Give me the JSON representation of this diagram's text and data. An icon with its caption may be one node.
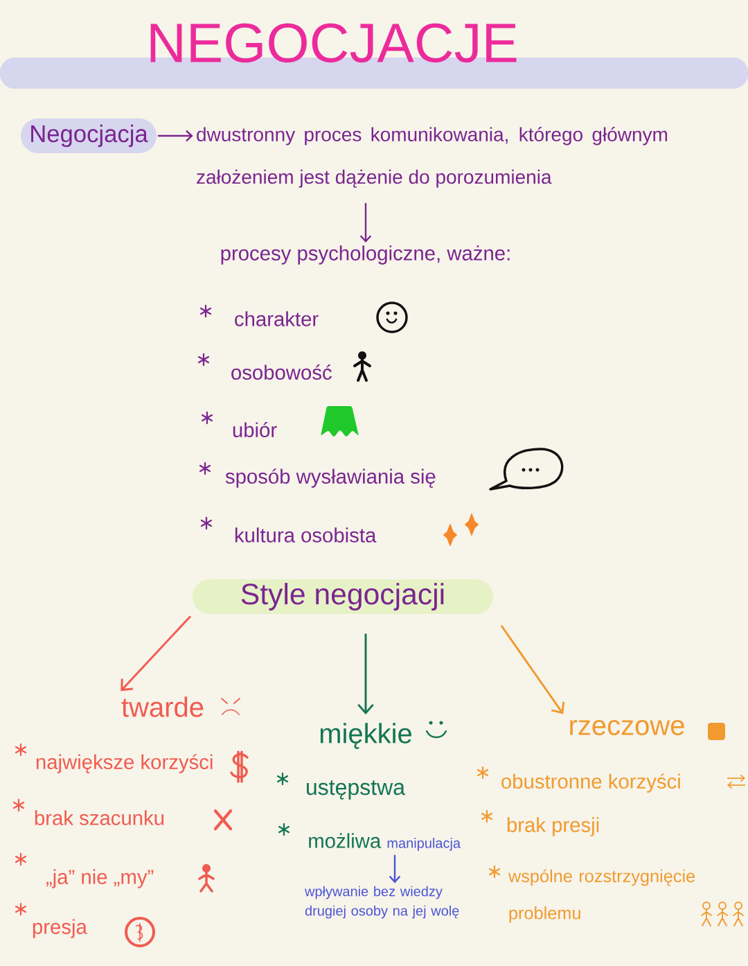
{
  "diagram": {
    "title": "NEGOCJACJE",
    "nodes": [
      {
        "text": [
          "Negocjacja"
        ]
      },
      {
        "text": [
          "dwustronny proces komunikowania, którego głównym założeniem jest dążenie do porozumienia"
        ]
      },
      {
        "text": [
          "procesy psychologiczne, ważne:"
        ]
      },
      {
        "text": [
          "Style negocjacji"
        ]
      },
      {
        "text": [
          "twarde"
        ]
      },
      {
        "text": [
          "miękkie"
        ]
      },
      {
        "text": [
          "rzeczowe"
        ]
      },
      {
        "text": [
          "możliwa",
          "manipulacja"
        ]
      },
      {
        "text": [
          "wpływanie bez wiedzy drugiej osoby na jej wolę"
        ]
      }
    ],
    "edges": [
      {
        "from": 0,
        "to": 1,
        "arrow": "to"
      },
      {
        "from": 1,
        "to": 2,
        "arrow": "to"
      },
      {
        "from": 3,
        "to": 4,
        "arrow": "to",
        "color": "#f15b4f"
      },
      {
        "from": 3,
        "to": 5,
        "arrow": "to",
        "color": "#137552"
      },
      {
        "from": 3,
        "to": 6,
        "arrow": "to",
        "color": "#f19a2e"
      },
      {
        "from": 7,
        "to": 8,
        "arrow": "to",
        "color": "#4b55d6"
      }
    ],
    "labels": [
      "charakter",
      "osobowość",
      "ubiór",
      "sposób wysławiania się",
      "kultura osobista",
      "największe korzyści",
      "brak szacunku",
      "„ja” nie „my”",
      "presja",
      "ustępstwa",
      "obustronne korzyści",
      "brak presji",
      "wspólne rozstrzygnięcie problemu"
    ]
  }
}
